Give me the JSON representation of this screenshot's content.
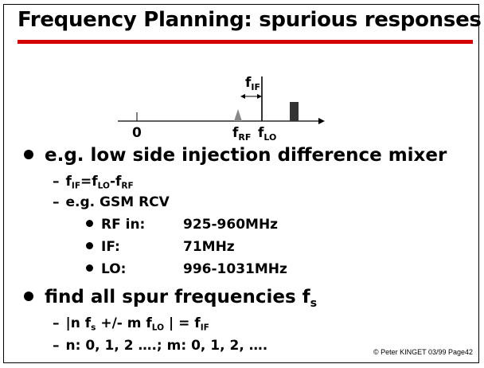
{
  "slide": {
    "title": "Frequency Planning: spurious responses",
    "footer": "© Peter KINGET  03/99 Page42"
  },
  "diagram": {
    "zero_label": "0",
    "fif_label": "f",
    "fif_sub": "IF",
    "frf_label": "f",
    "frf_sub": "RF",
    "flo_label": "f",
    "flo_sub": "LO"
  },
  "bullets": {
    "b1": "e.g. low side injection difference mixer",
    "b1_s1_f": "f",
    "b1_s1_if": "IF",
    "b1_s1_eq": "=f",
    "b1_s1_lo": "LO",
    "b1_s1_minus": "-f",
    "b1_s1_rf": "RF",
    "b1_s2": "e.g. GSM RCV",
    "rf_label": "RF in:",
    "rf_value": "925-960MHz",
    "if_label": "IF:",
    "if_value": "71MHz",
    "lo_label": "LO:",
    "lo_value": "996-1031MHz",
    "b2": "find all spur frequencies f",
    "b2_sub": "s",
    "b2_s1_a": "|n f",
    "b2_s1_s": "s",
    "b2_s1_b": " +/- m f",
    "b2_s1_lo": "LO",
    "b2_s1_c": " | = f",
    "b2_s1_if": "IF",
    "b2_s2": "n: 0, 1, 2 ….; m: 0, 1, 2, …."
  }
}
